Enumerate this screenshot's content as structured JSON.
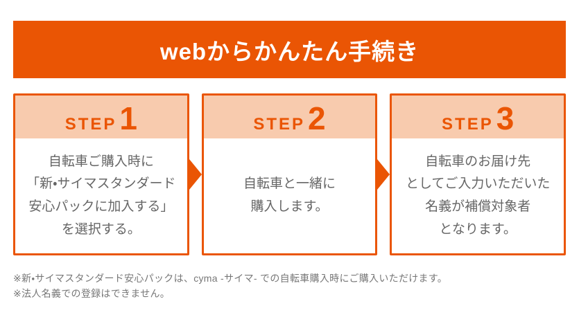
{
  "header": {
    "title": "webからかんたん手続き"
  },
  "steps": [
    {
      "label": "STEP",
      "number": "1",
      "body": [
        "自転車ご購入時に",
        "「新・サイマスタンダード",
        "安心パックに加入する」",
        "を選択する。"
      ]
    },
    {
      "label": "STEP",
      "number": "2",
      "body": [
        "自転車と一緒に",
        "購入します。"
      ]
    },
    {
      "label": "STEP",
      "number": "3",
      "body": [
        "自転車のお届け先",
        "としてご入力いただいた",
        "名義が補償対象者",
        "となります。"
      ]
    }
  ],
  "notes": [
    "※新・サイマスタンダード安心パックは、cyma -サイマ- での自転車購入時にご購入いただけます。",
    "※法人名義での登録はできません。"
  ],
  "colors": {
    "accent": "#EA5504",
    "step_header_bg": "#F8CBAE",
    "body_text": "#666666",
    "note_text": "#777777",
    "title_text": "#FFFFFF"
  }
}
